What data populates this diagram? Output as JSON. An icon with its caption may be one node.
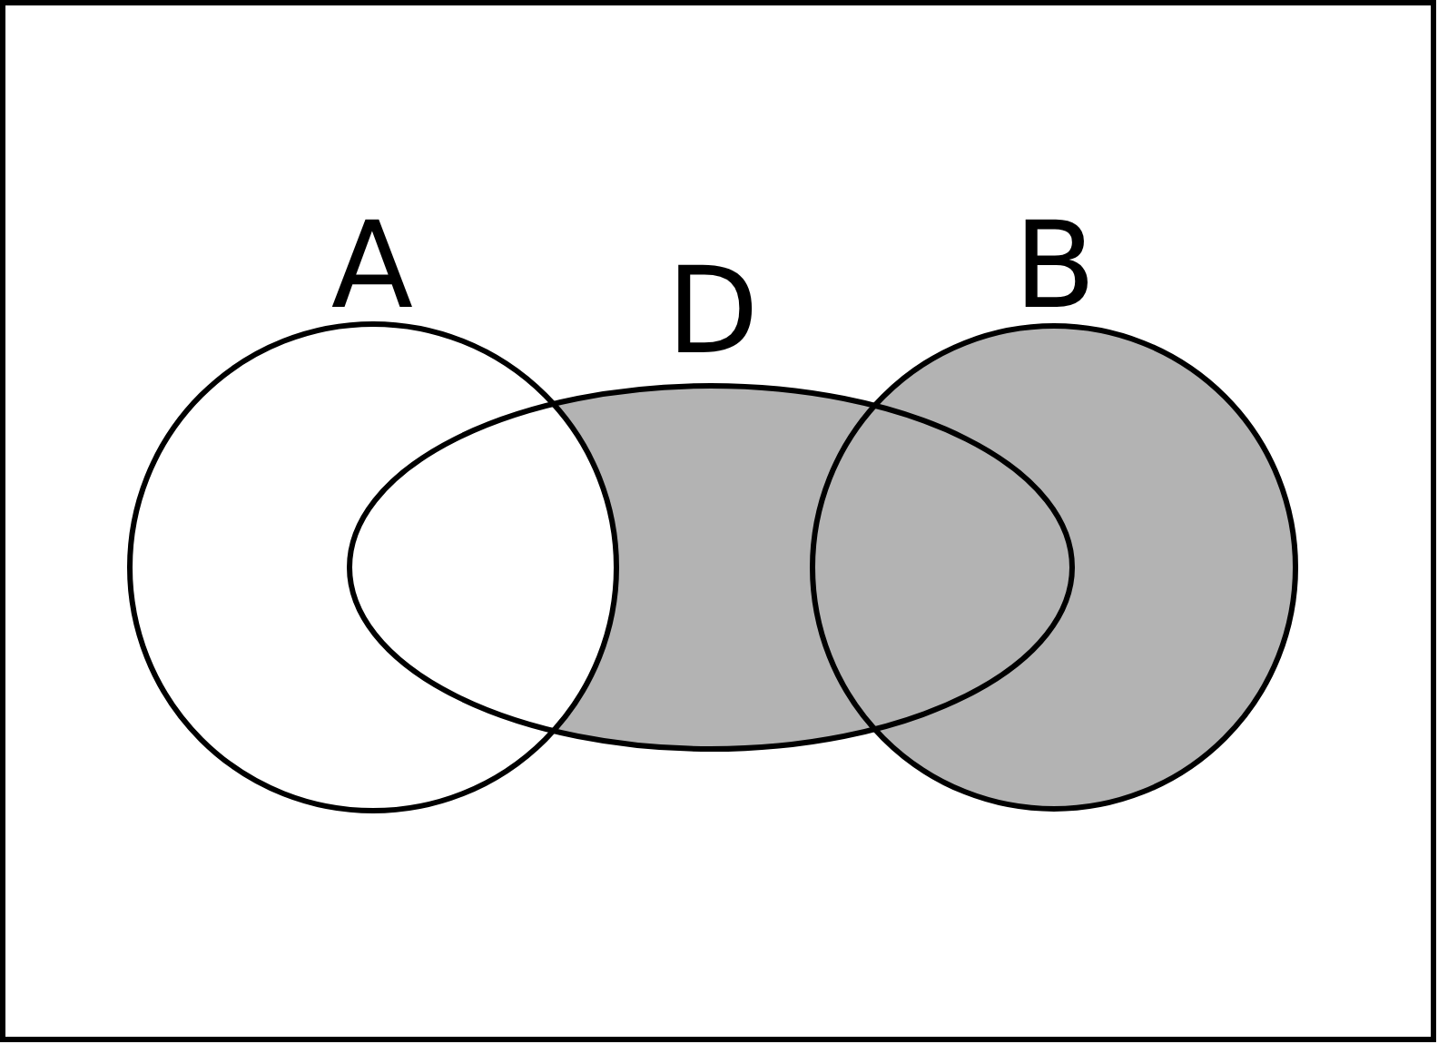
{
  "diagram": {
    "nodes": [
      {
        "text": [
          "A"
        ]
      },
      {
        "text": [
          "D"
        ]
      },
      {
        "text": [
          "B"
        ]
      }
    ]
  }
}
